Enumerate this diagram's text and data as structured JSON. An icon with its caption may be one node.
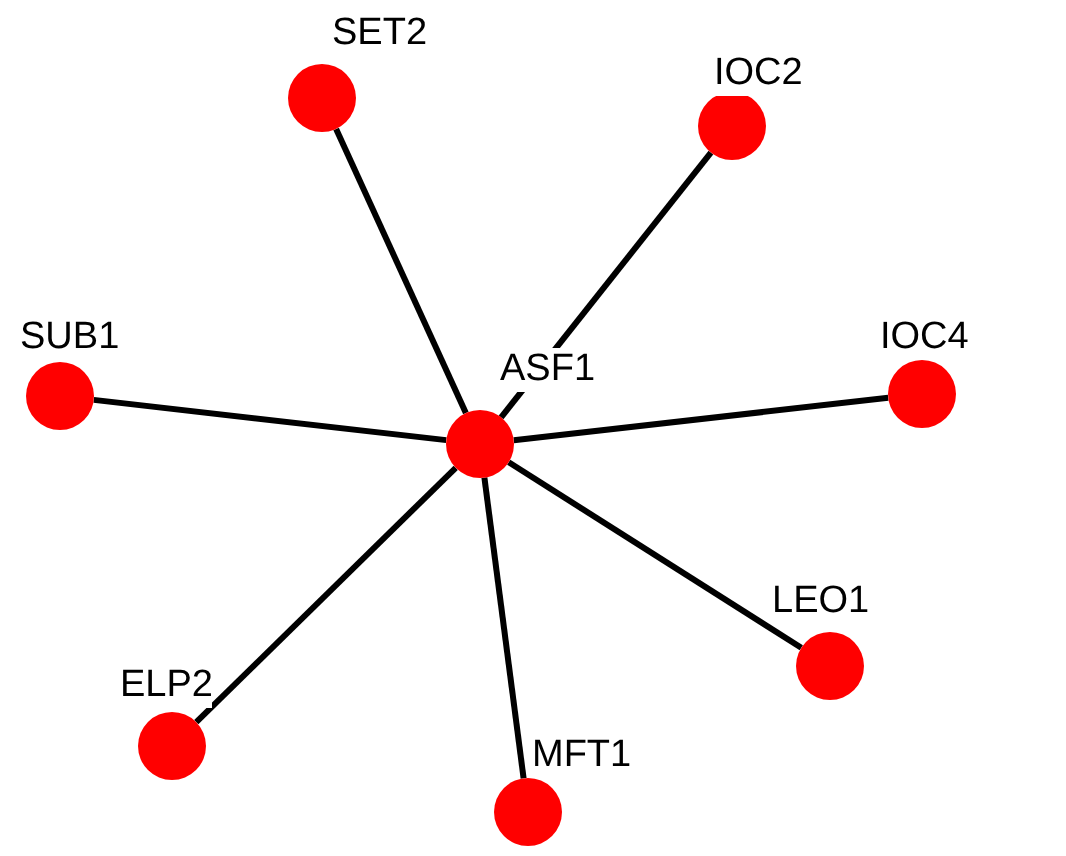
{
  "diagram": {
    "nodes": [
      {
        "text": [
          "SET2"
        ]
      },
      {
        "text": [
          "IOC2"
        ]
      },
      {
        "text": [
          "SUB1"
        ]
      },
      {
        "text": [
          "ASF1"
        ]
      },
      {
        "text": [
          "IOC4"
        ]
      },
      {
        "text": [
          "LEO1"
        ]
      },
      {
        "text": [
          "ELP2"
        ]
      },
      {
        "text": [
          "MFT1"
        ]
      }
    ],
    "edges": [
      {
        "from": 3,
        "to": 0,
        "arrow": "none"
      },
      {
        "from": 3,
        "to": 1,
        "arrow": "none"
      },
      {
        "from": 3,
        "to": 2,
        "arrow": "none"
      },
      {
        "from": 3,
        "to": 4,
        "arrow": "none"
      },
      {
        "from": 3,
        "to": 5,
        "arrow": "none"
      },
      {
        "from": 3,
        "to": 6,
        "arrow": "none"
      },
      {
        "from": 3,
        "to": 7,
        "arrow": "none"
      }
    ]
  }
}
